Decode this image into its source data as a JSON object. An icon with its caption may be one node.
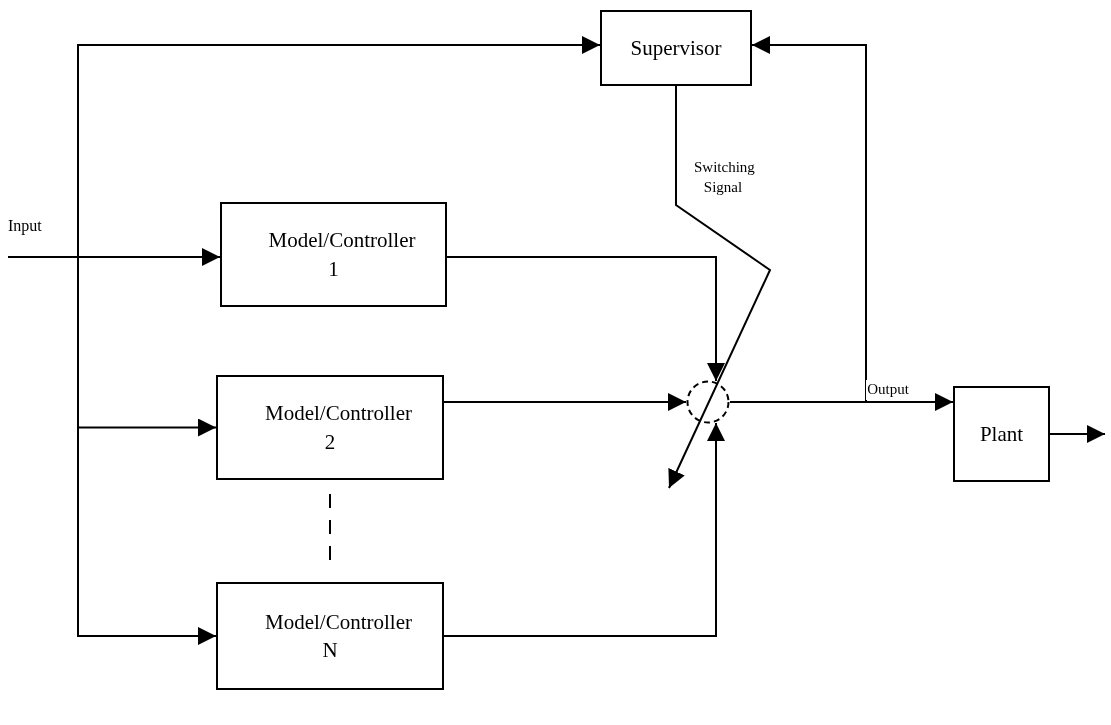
{
  "diagram": {
    "nodes": [
      {
        "text": [
          "Supervisor"
        ]
      },
      {
        "text": [
          "Input"
        ]
      },
      {
        "text": [
          "Model/Controller 1"
        ]
      },
      {
        "text": [
          "Model/Controller 2"
        ]
      },
      {
        "text": [],
        "shape": "circle"
      },
      {
        "text": [
          "Plant"
        ]
      },
      {
        "text": [
          "Model/Controller N"
        ]
      }
    ],
    "edges": [
      {
        "from": 1,
        "to": 0,
        "arrow": "to"
      },
      {
        "from": 1,
        "to": 2,
        "arrow": "to"
      },
      {
        "from": 1,
        "to": 3,
        "arrow": "to"
      },
      {
        "from": 1,
        "to": 6,
        "arrow": "to"
      },
      {
        "from": 2,
        "to": 4,
        "arrow": "to"
      },
      {
        "from": 3,
        "to": 4,
        "arrow": "to"
      },
      {
        "from": 6,
        "to": 4,
        "arrow": "to"
      },
      {
        "from": 0,
        "to": 4,
        "arrow": "to",
        "label": "Switching Signal"
      },
      {
        "from": 4,
        "to": 5,
        "arrow": "to",
        "label": "Output"
      },
      {
        "from": 4,
        "to": 0,
        "arrow": "to"
      },
      {
        "from": 5,
        "to": null,
        "arrow": "to"
      },
      {
        "from": 3,
        "to": 6,
        "arrow": "none",
        "style": "dashed"
      }
    ]
  }
}
